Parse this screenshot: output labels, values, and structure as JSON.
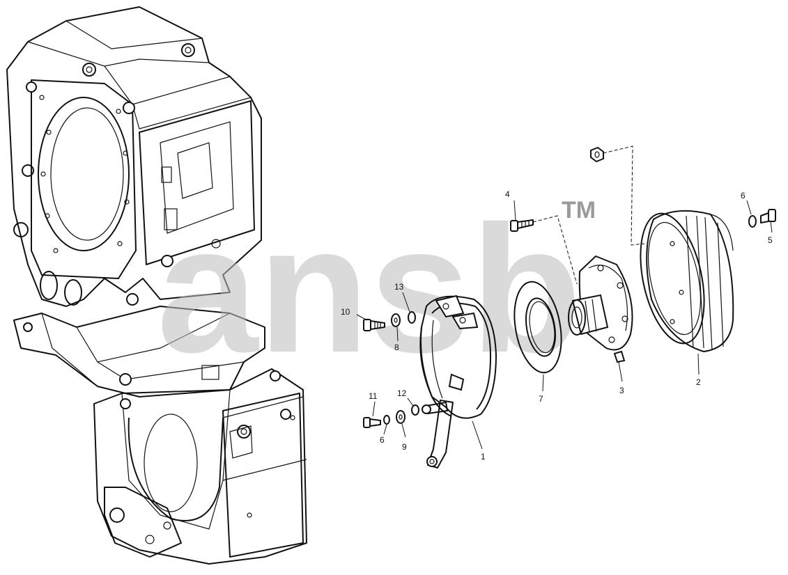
{
  "watermark": {
    "text": "ansb",
    "tm": "TM"
  },
  "callouts": {
    "c1": "1",
    "c2": "2",
    "c3": "3",
    "c4": "4",
    "c5": "5",
    "c6a": "6",
    "c6b": "6",
    "c7": "7",
    "c8": "8",
    "c9": "9",
    "c10": "10",
    "c11": "11",
    "c12": "12",
    "c13": "13"
  },
  "colors": {
    "line": "#111111",
    "watermark": "#bdbdbd",
    "background": "#ffffff"
  }
}
